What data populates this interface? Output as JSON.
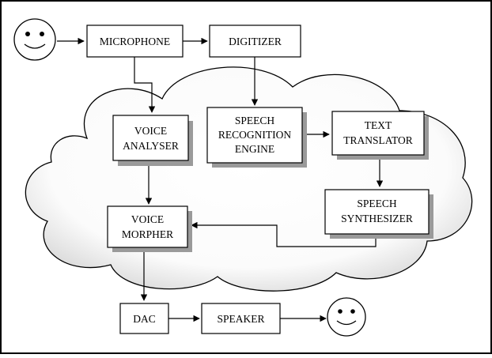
{
  "diagram": {
    "blocks": {
      "microphone": "MICROPHONE",
      "digitizer": "DIGITIZER",
      "voice_analyser": [
        "VOICE",
        "ANALYSER"
      ],
      "speech_recognition_engine": [
        "SPEECH",
        "RECOGNITION",
        "ENGINE"
      ],
      "text_translator": [
        "TEXT",
        "TRANSLATOR"
      ],
      "speech_synthesizer": [
        "SPEECH",
        "SYNTHESIZER"
      ],
      "voice_morpher": [
        "VOICE",
        "MORPHER"
      ],
      "dac": "DAC",
      "speaker": "SPEAKER"
    },
    "icons": [
      "smiley-face-icon",
      "smiley-face-icon"
    ],
    "colors": {
      "stroke": "#000000",
      "cloud_fill_light": "#ffffff",
      "cloud_fill_dark": "#d6d6d6",
      "box_shadow": "#9a9a9a"
    }
  }
}
